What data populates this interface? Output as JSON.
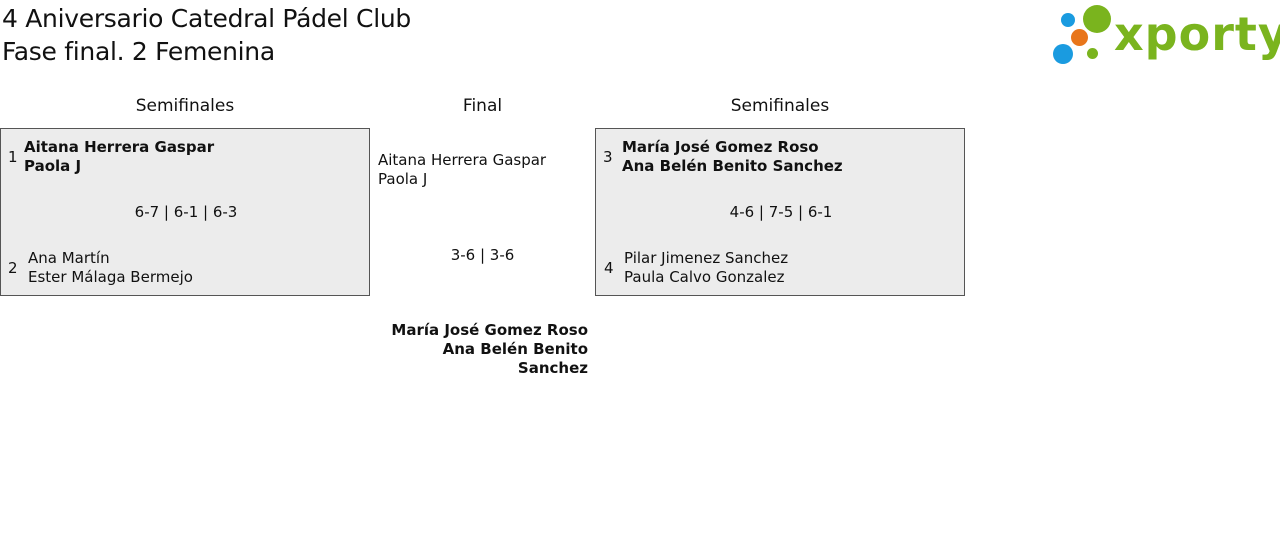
{
  "header": {
    "title_line1": "4 Aniversario Catedral Pádel Club",
    "title_line2": "Fase final. 2 Femenina"
  },
  "logo": {
    "text": "xporty",
    "colors": {
      "green": "#7ab41e",
      "blue": "#1a9be0",
      "orange": "#e8761b"
    }
  },
  "rounds": {
    "left_label": "Semifinales",
    "final_label": "Final",
    "right_label": "Semifinales"
  },
  "semifinal_left": {
    "team_top": {
      "seed": "1",
      "player1": "Aitana Herrera Gaspar",
      "player2": "Paola J"
    },
    "score": "6-7 | 6-1 | 6-3",
    "team_bottom": {
      "seed": "2",
      "player1": "Ana Martín",
      "player2": "Ester Málaga Bermejo"
    }
  },
  "semifinal_right": {
    "team_top": {
      "seed": "3",
      "player1": "María José Gomez Roso",
      "player2": "Ana Belén Benito Sanchez"
    },
    "score": "4-6 | 7-5 | 6-1",
    "team_bottom": {
      "seed": "4",
      "player1": "Pilar Jimenez Sanchez",
      "player2": "Paula Calvo Gonzalez"
    }
  },
  "final": {
    "team_a": {
      "player1": "Aitana Herrera Gaspar",
      "player2": "Paola J"
    },
    "score": "3-6 | 3-6",
    "winner": {
      "player1": "María José Gomez Roso",
      "player2": "Ana Belén Benito Sanchez"
    }
  }
}
